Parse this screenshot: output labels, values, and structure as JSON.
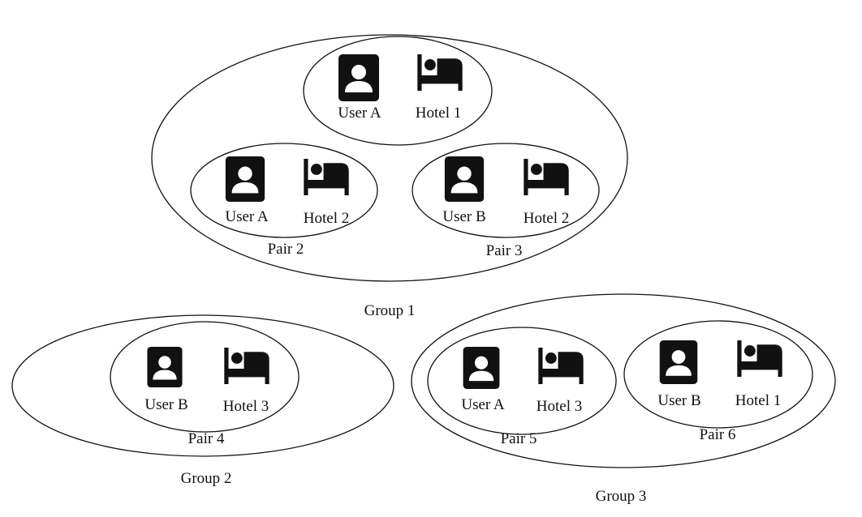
{
  "diagram": {
    "colors": {
      "ink": "#111111",
      "background": "#ffffff"
    },
    "icons": {
      "user": "user-icon",
      "hotel": "bed-icon"
    },
    "groups": [
      {
        "label": "Group 1",
        "pairs": [
          {
            "label": "",
            "user": "User A",
            "hotel": "Hotel 1"
          },
          {
            "label": "Pair 2",
            "user": "User A",
            "hotel": "Hotel 2"
          },
          {
            "label": "Pair 3",
            "user": "User B",
            "hotel": "Hotel 2"
          }
        ]
      },
      {
        "label": "Group 2",
        "pairs": [
          {
            "label": "Pair 4",
            "user": "User B",
            "hotel": "Hotel 3"
          }
        ]
      },
      {
        "label": "Group 3",
        "pairs": [
          {
            "label": "Pair 5",
            "user": "User A",
            "hotel": "Hotel 3"
          },
          {
            "label": "Pair 6",
            "user": "User B",
            "hotel": "Hotel 1"
          }
        ]
      }
    ]
  }
}
